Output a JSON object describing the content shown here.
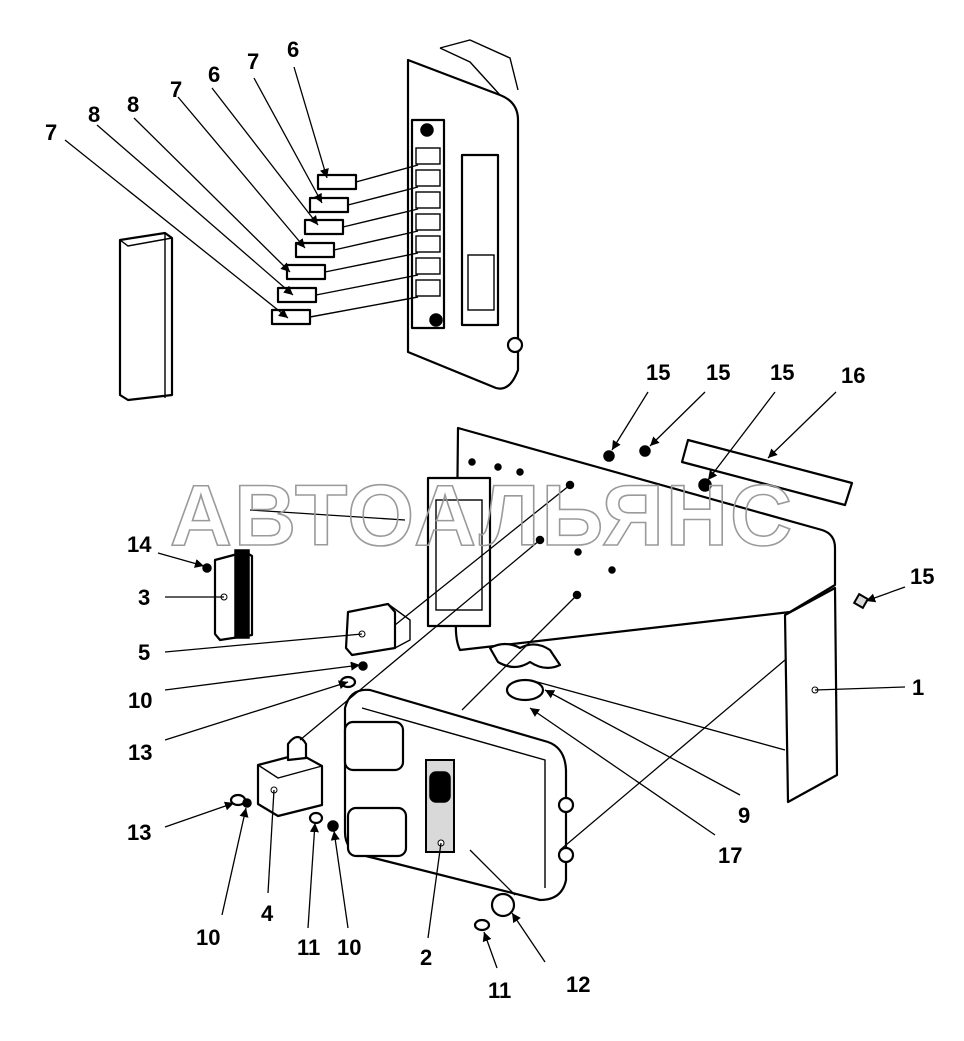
{
  "watermark": "АВТОАЛЬЯНС",
  "callouts": {
    "c7a": "7",
    "c8a": "8",
    "c8b": "8",
    "c7b": "7",
    "c6a": "6",
    "c7c": "7",
    "c6b": "6",
    "c15a": "15",
    "c15b": "15",
    "c15c": "15",
    "c16": "16",
    "c15d": "15",
    "c14": "14",
    "c3": "3",
    "c5": "5",
    "c10a": "10",
    "c13a": "13",
    "c1": "1",
    "c9": "9",
    "c17": "17",
    "c13b": "13",
    "c10b": "10",
    "c4": "4",
    "c11a": "11",
    "c10c": "10",
    "c2": "2",
    "c11b": "11",
    "c12": "12"
  }
}
